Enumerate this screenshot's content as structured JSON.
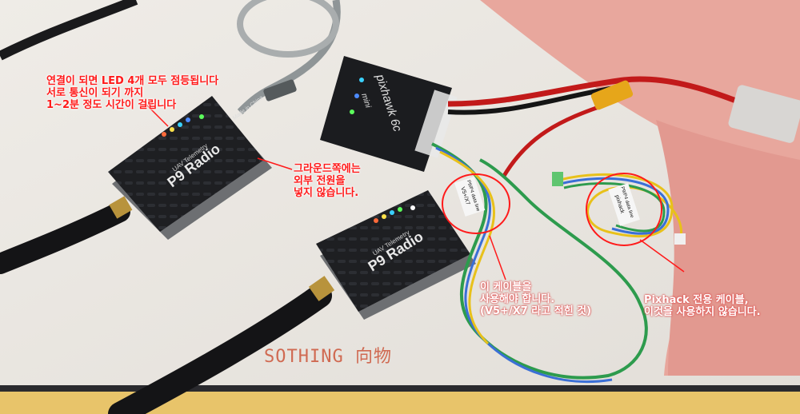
{
  "annotations": {
    "led_note": [
      "연결이 되면 LED 4개 모두 점등됩니다",
      "서로 통신이 되기 까지",
      "1~2분 정도 시간이 걸립니다"
    ],
    "ground_note": [
      "그라운드쪽에는",
      "외부 전원을",
      "넣지 않습니다."
    ],
    "cable_note": [
      "이 케이블을",
      "사용해야 합니다.",
      "(V5+/X7 라고 적힌 것)"
    ],
    "pixhack_note": [
      "Pixhack 전용 케이블,",
      "이것을 사용하지 않습니다."
    ]
  },
  "device_labels": {
    "radio_top_brand": "P9 Radio",
    "radio_top_sub": "UAV Telemetry",
    "radio_bottom_brand": "P9 Radio",
    "radio_bottom_sub": "UAV Telemetry",
    "fc_brand": "pixhawk 6c",
    "fc_sub": "mini",
    "made_in": "Made in China",
    "cable_tag_left": "P9/P4 data line",
    "cable_tag_left_sub": "V5+/X7",
    "cable_tag_right": "P9/P4 data line",
    "cable_tag_right_sub": "pixhack"
  },
  "mat_logo": "SOTHING 向物",
  "colors": {
    "annotation": "#ff1a1a",
    "device_body": "#1c1d20",
    "mat_pink": "#e9a9a0",
    "mat_cream": "#ebe7e1",
    "mat_yellow": "#e8c46a"
  }
}
